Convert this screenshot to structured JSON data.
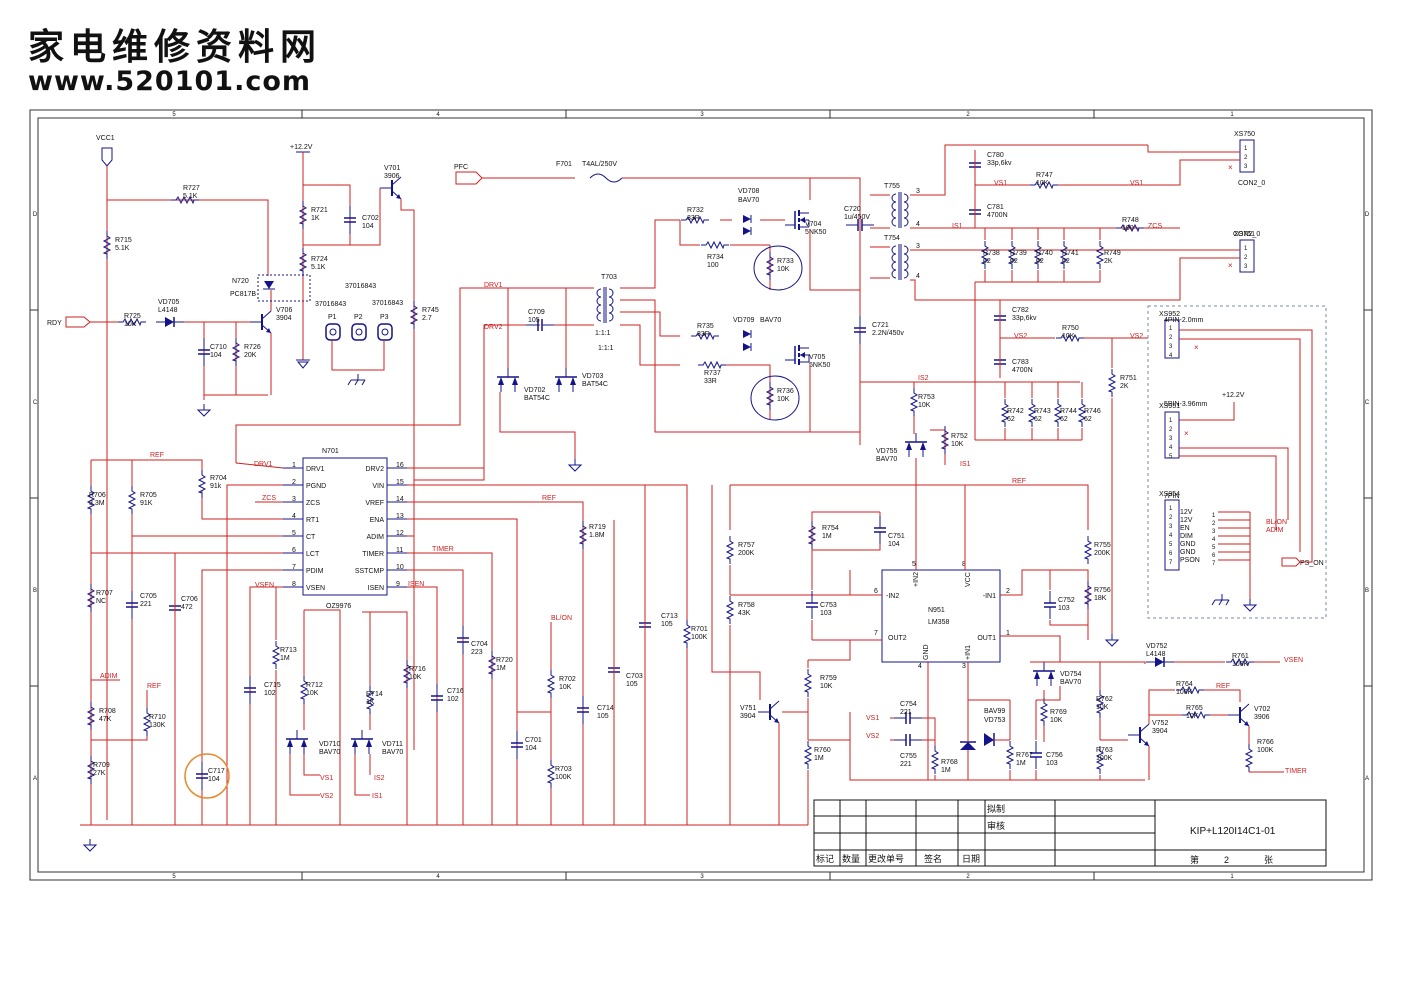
{
  "watermark": {
    "title": "家电维修资料网",
    "url": "www.520101.com"
  },
  "border_marks": {
    "cols": [
      "5",
      "4",
      "3",
      "2",
      "1"
    ],
    "rows": [
      "D",
      "C",
      "B",
      "A"
    ]
  },
  "power_labels": {
    "vcc1": "VCC1",
    "p12v": "+12.2V",
    "p12v_b": "+12.2V",
    "pfc": "PFC",
    "rdy": "RDY",
    "ps_on": "PS_ON"
  },
  "fuse": {
    "ref": "F701",
    "value": "T4AL/250V"
  },
  "ic_controller": {
    "ref": "N701",
    "part": "OZ9976",
    "pins_left": [
      {
        "num": "1",
        "name": "DRV1"
      },
      {
        "num": "2",
        "name": "PGND"
      },
      {
        "num": "3",
        "name": "ZCS"
      },
      {
        "num": "4",
        "name": "RT1"
      },
      {
        "num": "5",
        "name": "CT"
      },
      {
        "num": "6",
        "name": "LCT"
      },
      {
        "num": "7",
        "name": "PDIM"
      },
      {
        "num": "8",
        "name": "VSEN"
      }
    ],
    "pins_right": [
      {
        "num": "16",
        "name": "DRV2"
      },
      {
        "num": "15",
        "name": "VIN"
      },
      {
        "num": "14",
        "name": "VREF"
      },
      {
        "num": "13",
        "name": "ENA"
      },
      {
        "num": "12",
        "name": "ADIM"
      },
      {
        "num": "11",
        "name": "TIMER"
      },
      {
        "num": "10",
        "name": "SSTCMP"
      },
      {
        "num": "9",
        "name": "ISEN"
      }
    ]
  },
  "ic_opamp": {
    "ref": "N951",
    "part": "LM358",
    "pins": {
      "in2p": "+IN2",
      "vcc": "VCC",
      "in1n": "-IN1",
      "in2n": "-IN2",
      "out2": "OUT2",
      "gnd": "GND",
      "in1p": "+IN1",
      "out1": "OUT1"
    },
    "pin_nums": {
      "p6": "6",
      "p1": "1",
      "p7": "7",
      "p2": "2",
      "p3": "3",
      "p4": "4",
      "p5": "5",
      "p8": "8"
    }
  },
  "net_labels": {
    "drv1": "DRV1",
    "drv2": "DRV2",
    "ref": "REF",
    "zcs": "ZCS",
    "vsen": "VSEN",
    "isen": "ISEN",
    "timer": "TIMER",
    "blon": "BL/ON",
    "adim": "ADIM",
    "vs1": "VS1",
    "vs2": "VS2",
    "is1": "IS1",
    "is2": "IS2",
    "bl_on2": "BL/ON",
    "adim2": "ADIM"
  },
  "components": [
    {
      "id": "r715",
      "ref": "R715",
      "val": "5.1K"
    },
    {
      "id": "r727",
      "ref": "R727",
      "val": "5.1K"
    },
    {
      "id": "r725",
      "ref": "R725",
      "val": "10K"
    },
    {
      "id": "vd705",
      "ref": "VD705",
      "val": "L4148"
    },
    {
      "id": "c710",
      "ref": "C710",
      "val": "104"
    },
    {
      "id": "r726",
      "ref": "R726",
      "val": "20K"
    },
    {
      "id": "n720",
      "ref": "N720",
      "val": "PC817B"
    },
    {
      "id": "v706",
      "ref": "V706",
      "val": "3904"
    },
    {
      "id": "r721",
      "ref": "R721",
      "val": "1K"
    },
    {
      "id": "r724",
      "ref": "R724",
      "val": "5.1K"
    },
    {
      "id": "c702",
      "ref": "C702",
      "val": "104"
    },
    {
      "id": "v701",
      "ref": "V701",
      "val": "3906"
    },
    {
      "id": "r745",
      "ref": "R745",
      "val": "2.7"
    },
    {
      "id": "t703",
      "ref": "T703",
      "val": "1:1:1"
    },
    {
      "id": "c709",
      "ref": "C709",
      "val": "105"
    },
    {
      "id": "vd702",
      "ref": "VD702",
      "val": "BAT54C"
    },
    {
      "id": "vd703",
      "ref": "VD703",
      "val": "BAT54C"
    },
    {
      "id": "r732",
      "ref": "R732",
      "val": "33R"
    },
    {
      "id": "r734",
      "ref": "R734",
      "val": "100"
    },
    {
      "id": "vd708",
      "ref": "VD708",
      "val": "BAV70"
    },
    {
      "id": "v704",
      "ref": "V704",
      "val": "5NK50"
    },
    {
      "id": "r733",
      "ref": "R733",
      "val": "10K"
    },
    {
      "id": "r735",
      "ref": "R735",
      "val": "33R"
    },
    {
      "id": "r737",
      "ref": "R737",
      "val": "33R"
    },
    {
      "id": "vd709",
      "ref": "VD709",
      "val": "BAV70"
    },
    {
      "id": "v705",
      "ref": "V705",
      "val": "5NK50"
    },
    {
      "id": "r736",
      "ref": "R736",
      "val": "10K"
    },
    {
      "id": "c720",
      "ref": "C720",
      "val": "1u/450V"
    },
    {
      "id": "c721",
      "ref": "C721",
      "val": "2.2N/450v"
    },
    {
      "id": "t755",
      "ref": "T755",
      "val": ""
    },
    {
      "id": "t754",
      "ref": "T754",
      "val": ""
    },
    {
      "id": "c780",
      "ref": "C780",
      "val": "33p,6kv"
    },
    {
      "id": "c781",
      "ref": "C781",
      "val": "4700N"
    },
    {
      "id": "r747",
      "ref": "R747",
      "val": "10K"
    },
    {
      "id": "r748",
      "ref": "R748",
      "val": "100"
    },
    {
      "id": "r738",
      "ref": "R738",
      "val": "62"
    },
    {
      "id": "r739",
      "ref": "R739",
      "val": "62"
    },
    {
      "id": "r740",
      "ref": "R740",
      "val": "62"
    },
    {
      "id": "r741",
      "ref": "R741",
      "val": "62"
    },
    {
      "id": "r749",
      "ref": "R749",
      "val": "2K"
    },
    {
      "id": "c782",
      "ref": "C782",
      "val": "33p,6kv"
    },
    {
      "id": "c783",
      "ref": "C783",
      "val": "4700N"
    },
    {
      "id": "r750",
      "ref": "R750",
      "val": "10K"
    },
    {
      "id": "r751",
      "ref": "R751",
      "val": "2K"
    },
    {
      "id": "r742",
      "ref": "R742",
      "val": "62"
    },
    {
      "id": "r743",
      "ref": "R743",
      "val": "62"
    },
    {
      "id": "r744",
      "ref": "R744",
      "val": "62"
    },
    {
      "id": "r746",
      "ref": "R746",
      "val": "62"
    },
    {
      "id": "r753",
      "ref": "R753",
      "val": "10K"
    },
    {
      "id": "r752",
      "ref": "R752",
      "val": "10K"
    },
    {
      "id": "vd755",
      "ref": "VD755",
      "val": "BAV70"
    },
    {
      "id": "r706",
      "ref": "R706",
      "val": "3.3M"
    },
    {
      "id": "r705",
      "ref": "R705",
      "val": "91K"
    },
    {
      "id": "r704",
      "ref": "R704",
      "val": "91k"
    },
    {
      "id": "r707",
      "ref": "R707",
      "val": "NC"
    },
    {
      "id": "c705",
      "ref": "C705",
      "val": "221"
    },
    {
      "id": "c706",
      "ref": "C706",
      "val": "472"
    },
    {
      "id": "r708",
      "ref": "R708",
      "val": "47K"
    },
    {
      "id": "r710",
      "ref": "R710",
      "val": "130K"
    },
    {
      "id": "r709",
      "ref": "R709",
      "val": "27K"
    },
    {
      "id": "c717",
      "ref": "C717",
      "val": "104"
    },
    {
      "id": "c715",
      "ref": "C715",
      "val": "102"
    },
    {
      "id": "r713",
      "ref": "R713",
      "val": "1M"
    },
    {
      "id": "r712",
      "ref": "R712",
      "val": "10K"
    },
    {
      "id": "vd710",
      "ref": "VD710",
      "val": "BAV70"
    },
    {
      "id": "r714",
      "ref": "R714",
      "val": "1K"
    },
    {
      "id": "vd711",
      "ref": "VD711",
      "val": "BAV70"
    },
    {
      "id": "r716",
      "ref": "R716",
      "val": "10K"
    },
    {
      "id": "c716",
      "ref": "C716",
      "val": "102"
    },
    {
      "id": "c704",
      "ref": "C704",
      "val": "223"
    },
    {
      "id": "r720",
      "ref": "R720",
      "val": "1M"
    },
    {
      "id": "r719",
      "ref": "R719",
      "val": "1.8M"
    },
    {
      "id": "c701",
      "ref": "C701",
      "val": "104"
    },
    {
      "id": "r702",
      "ref": "R702",
      "val": "10K"
    },
    {
      "id": "r703",
      "ref": "R703",
      "val": "100K"
    },
    {
      "id": "c714",
      "ref": "C714",
      "val": "105"
    },
    {
      "id": "c703",
      "ref": "C703",
      "val": "105"
    },
    {
      "id": "c713",
      "ref": "C713",
      "val": "105"
    },
    {
      "id": "r701",
      "ref": "R701",
      "val": "100K"
    },
    {
      "id": "v751",
      "ref": "V751",
      "val": "3904"
    },
    {
      "id": "r757",
      "ref": "R757",
      "val": "200K"
    },
    {
      "id": "r758",
      "ref": "R758",
      "val": "43K"
    },
    {
      "id": "r754",
      "ref": "R754",
      "val": "1M"
    },
    {
      "id": "c751",
      "ref": "C751",
      "val": "104"
    },
    {
      "id": "c753",
      "ref": "C753",
      "val": "103"
    },
    {
      "id": "r759",
      "ref": "R759",
      "val": "10K"
    },
    {
      "id": "r760",
      "ref": "R760",
      "val": "1M"
    },
    {
      "id": "c754",
      "ref": "C754",
      "val": "221"
    },
    {
      "id": "c755",
      "ref": "C755",
      "val": "221"
    },
    {
      "id": "r768",
      "ref": "R768",
      "val": "1M"
    },
    {
      "id": "vd753",
      "ref": "VD753",
      "val": "BAV99"
    },
    {
      "id": "r767",
      "ref": "R767",
      "val": "1M"
    },
    {
      "id": "c756",
      "ref": "C756",
      "val": "103"
    },
    {
      "id": "r769",
      "ref": "R769",
      "val": "10K"
    },
    {
      "id": "vd754",
      "ref": "VD754",
      "val": "BAV70"
    },
    {
      "id": "c752",
      "ref": "C752",
      "val": "103"
    },
    {
      "id": "r755",
      "ref": "R755",
      "val": "200K"
    },
    {
      "id": "r756",
      "ref": "R756",
      "val": "18K"
    },
    {
      "id": "vd752",
      "ref": "VD752",
      "val": "L4148"
    },
    {
      "id": "r761",
      "ref": "R761",
      "val": "100K"
    },
    {
      "id": "r762",
      "ref": "R762",
      "val": "10K"
    },
    {
      "id": "r763",
      "ref": "R763",
      "val": "100K"
    },
    {
      "id": "v752",
      "ref": "V752",
      "val": "3904"
    },
    {
      "id": "r764",
      "ref": "R764",
      "val": "100K"
    },
    {
      "id": "r765",
      "ref": "R765",
      "val": "10K"
    },
    {
      "id": "v702",
      "ref": "V702",
      "val": "3906"
    },
    {
      "id": "r766",
      "ref": "R766",
      "val": "100K"
    }
  ],
  "extra_labels": {
    "part1": "37016843",
    "part2": "37016843",
    "part3": "37016843",
    "p1": "P1",
    "p2": "P2",
    "p3": "P3"
  },
  "connectors": {
    "xs750": {
      "ref": "XS750",
      "type": "CON2_0",
      "pins": [
        "1",
        "2",
        "3"
      ]
    },
    "xs751": {
      "ref": "XS751",
      "type": "CON2_0",
      "pins": [
        "1",
        "2",
        "3"
      ]
    },
    "xs952": {
      "ref": "XS952",
      "type": "4PIN-2.0mm",
      "pins": [
        "1",
        "2",
        "3",
        "4"
      ]
    },
    "xs951": {
      "ref": "XS951",
      "type": "5PIN-3.96mm",
      "pins": [
        "1",
        "2",
        "3",
        "4",
        "5"
      ]
    },
    "xs954": {
      "ref": "XS954",
      "type": "7PIN",
      "pins": [
        "1",
        "2",
        "3",
        "4",
        "5",
        "6",
        "7"
      ],
      "signals": [
        "12V",
        "12V",
        "EN",
        "DIM",
        "GND",
        "GND",
        "PSON"
      ]
    }
  },
  "title_block": {
    "draft": "拟制",
    "review": "审核",
    "mark": "标记",
    "qty": "数量",
    "change_no": "更改单号",
    "sign": "签名",
    "date": "日期",
    "doc_no": "KIP+L120I14C1-01",
    "sheet_prefix": "第",
    "sheet_no": "2",
    "sheet_suffix": "张"
  },
  "colors": {
    "wire": "#cc2222",
    "symbol": "#14148a",
    "text": "#111111",
    "highlight": "#e88a30",
    "net_text": "#cc2222"
  }
}
